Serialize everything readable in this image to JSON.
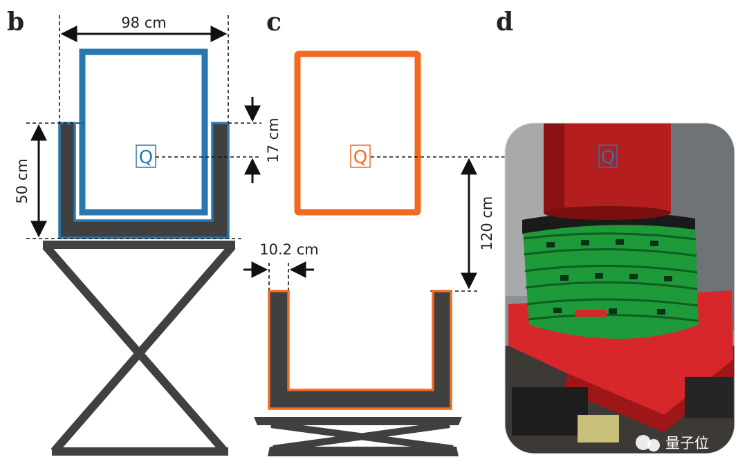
{
  "panels": {
    "b": {
      "letter": "b",
      "width_label": "98 cm",
      "height_label": "50 cm",
      "offset_label": "17 cm",
      "marker": "Q"
    },
    "c": {
      "letter": "c",
      "wall_label": "10.2 cm",
      "gap_label": "120 cm",
      "marker": "Q"
    },
    "d": {
      "letter": "d",
      "marker": "Q",
      "label_text": "量子位"
    }
  },
  "colors": {
    "blue": "#2877b0",
    "orange": "#f26a22",
    "dark_gray": "#404040",
    "green": "#1f9a3a",
    "red": "#b41e1e"
  }
}
